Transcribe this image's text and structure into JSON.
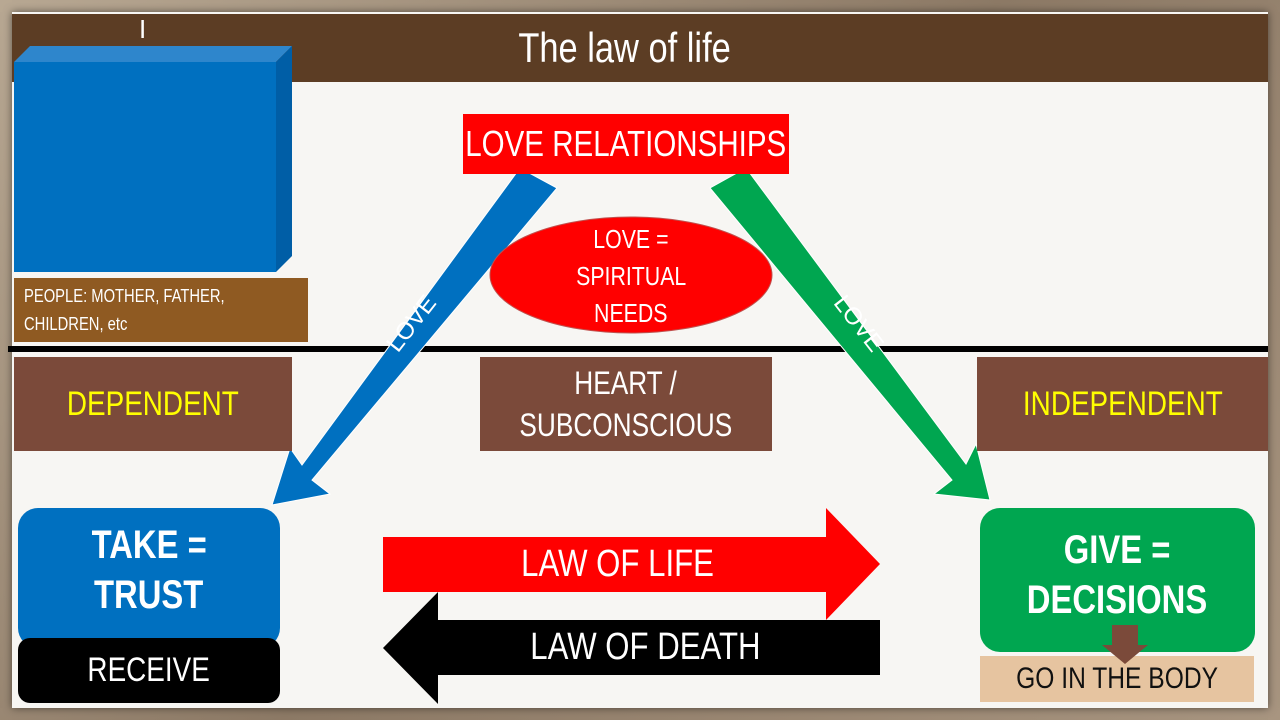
{
  "title": "The law of life",
  "stray_mark": "I",
  "people_label": [
    "PEOPLE: MOTHER, FATHER,",
    "CHILDREN, etc"
  ],
  "love_relationships": "LOVE RELATIONSHIPS",
  "ellipse": [
    "LOVE =",
    "SPIRITUAL",
    "NEEDS"
  ],
  "arrow_left_label": "LOVE",
  "arrow_right_label": "LOVE",
  "dependent": "DEPENDENT",
  "heart": [
    "HEART /",
    "SUBCONSCIOUS"
  ],
  "independent": "INDEPENDENT",
  "take": [
    "TAKE =",
    "TRUST"
  ],
  "receive": "RECEIVE",
  "law_of_life": "LAW OF LIFE",
  "law_of_death": "LAW OF DEATH",
  "give": [
    "GIVE =",
    "DECISIONS"
  ],
  "go_in_body": "GO IN THE BODY",
  "colors": {
    "title_bar": "#5c3d24",
    "blue": "#0070c0",
    "green": "#00a650",
    "red": "#ff0000",
    "brown_box": "#7b4a3a",
    "yellow": "#ffff00"
  }
}
